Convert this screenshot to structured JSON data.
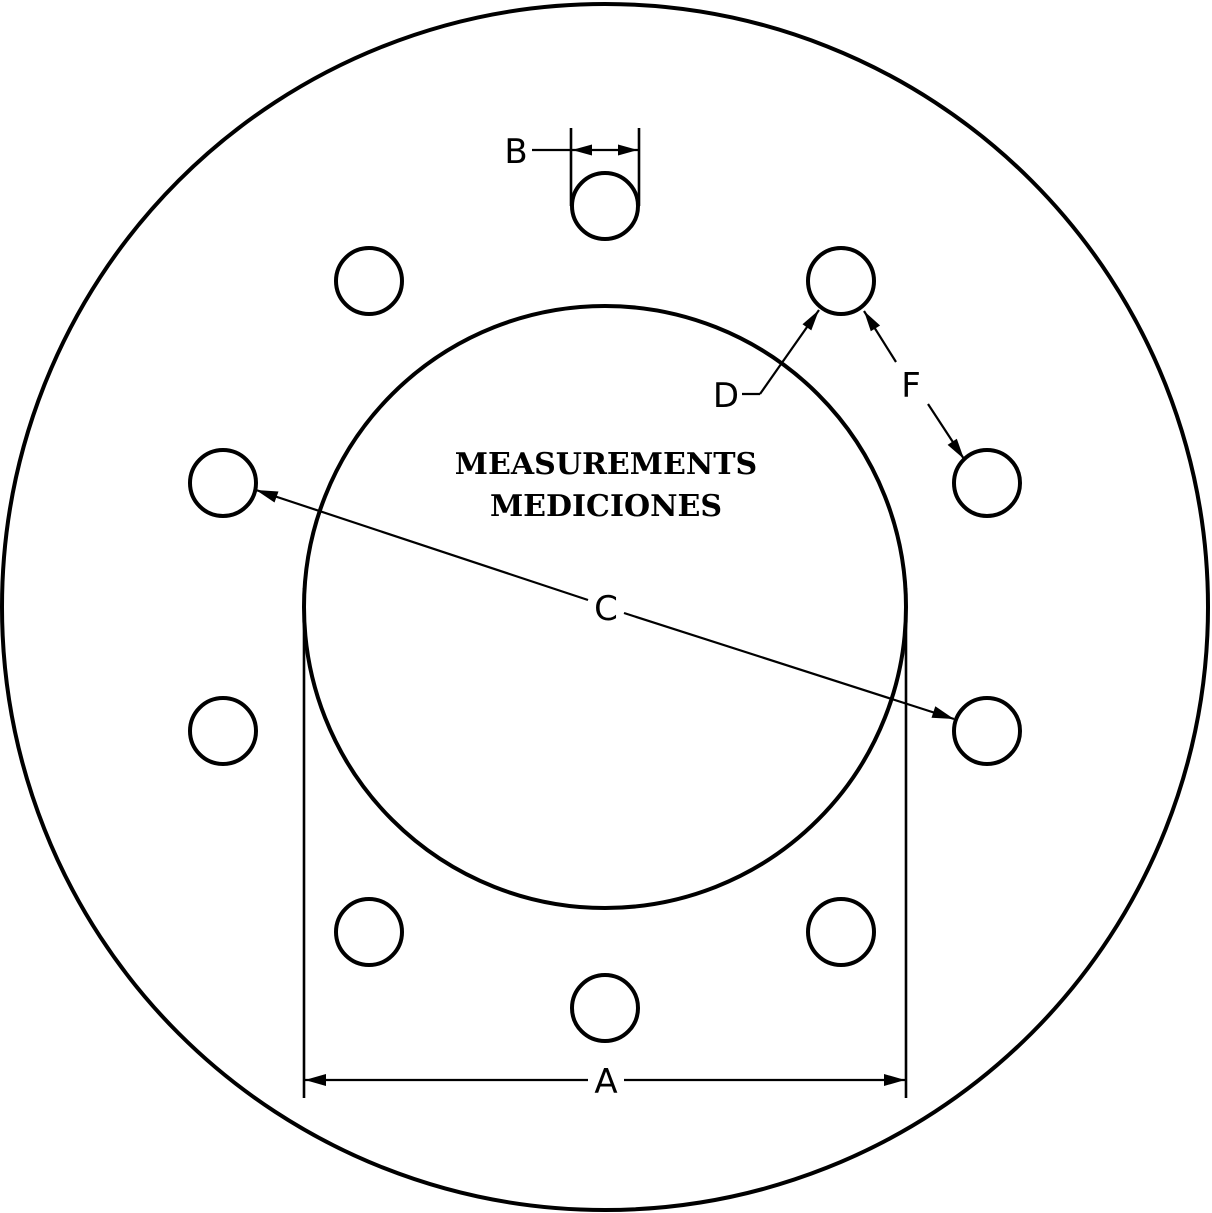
{
  "title": {
    "line1": "MEASUREMENTS",
    "line2": "MEDICIONES"
  },
  "labels": {
    "a": "A",
    "b": "B",
    "c": "C",
    "d": "D",
    "f": "F"
  },
  "bolt_hole_count": 10,
  "colors": {
    "ink": "#000000",
    "paper": "#ffffff"
  }
}
